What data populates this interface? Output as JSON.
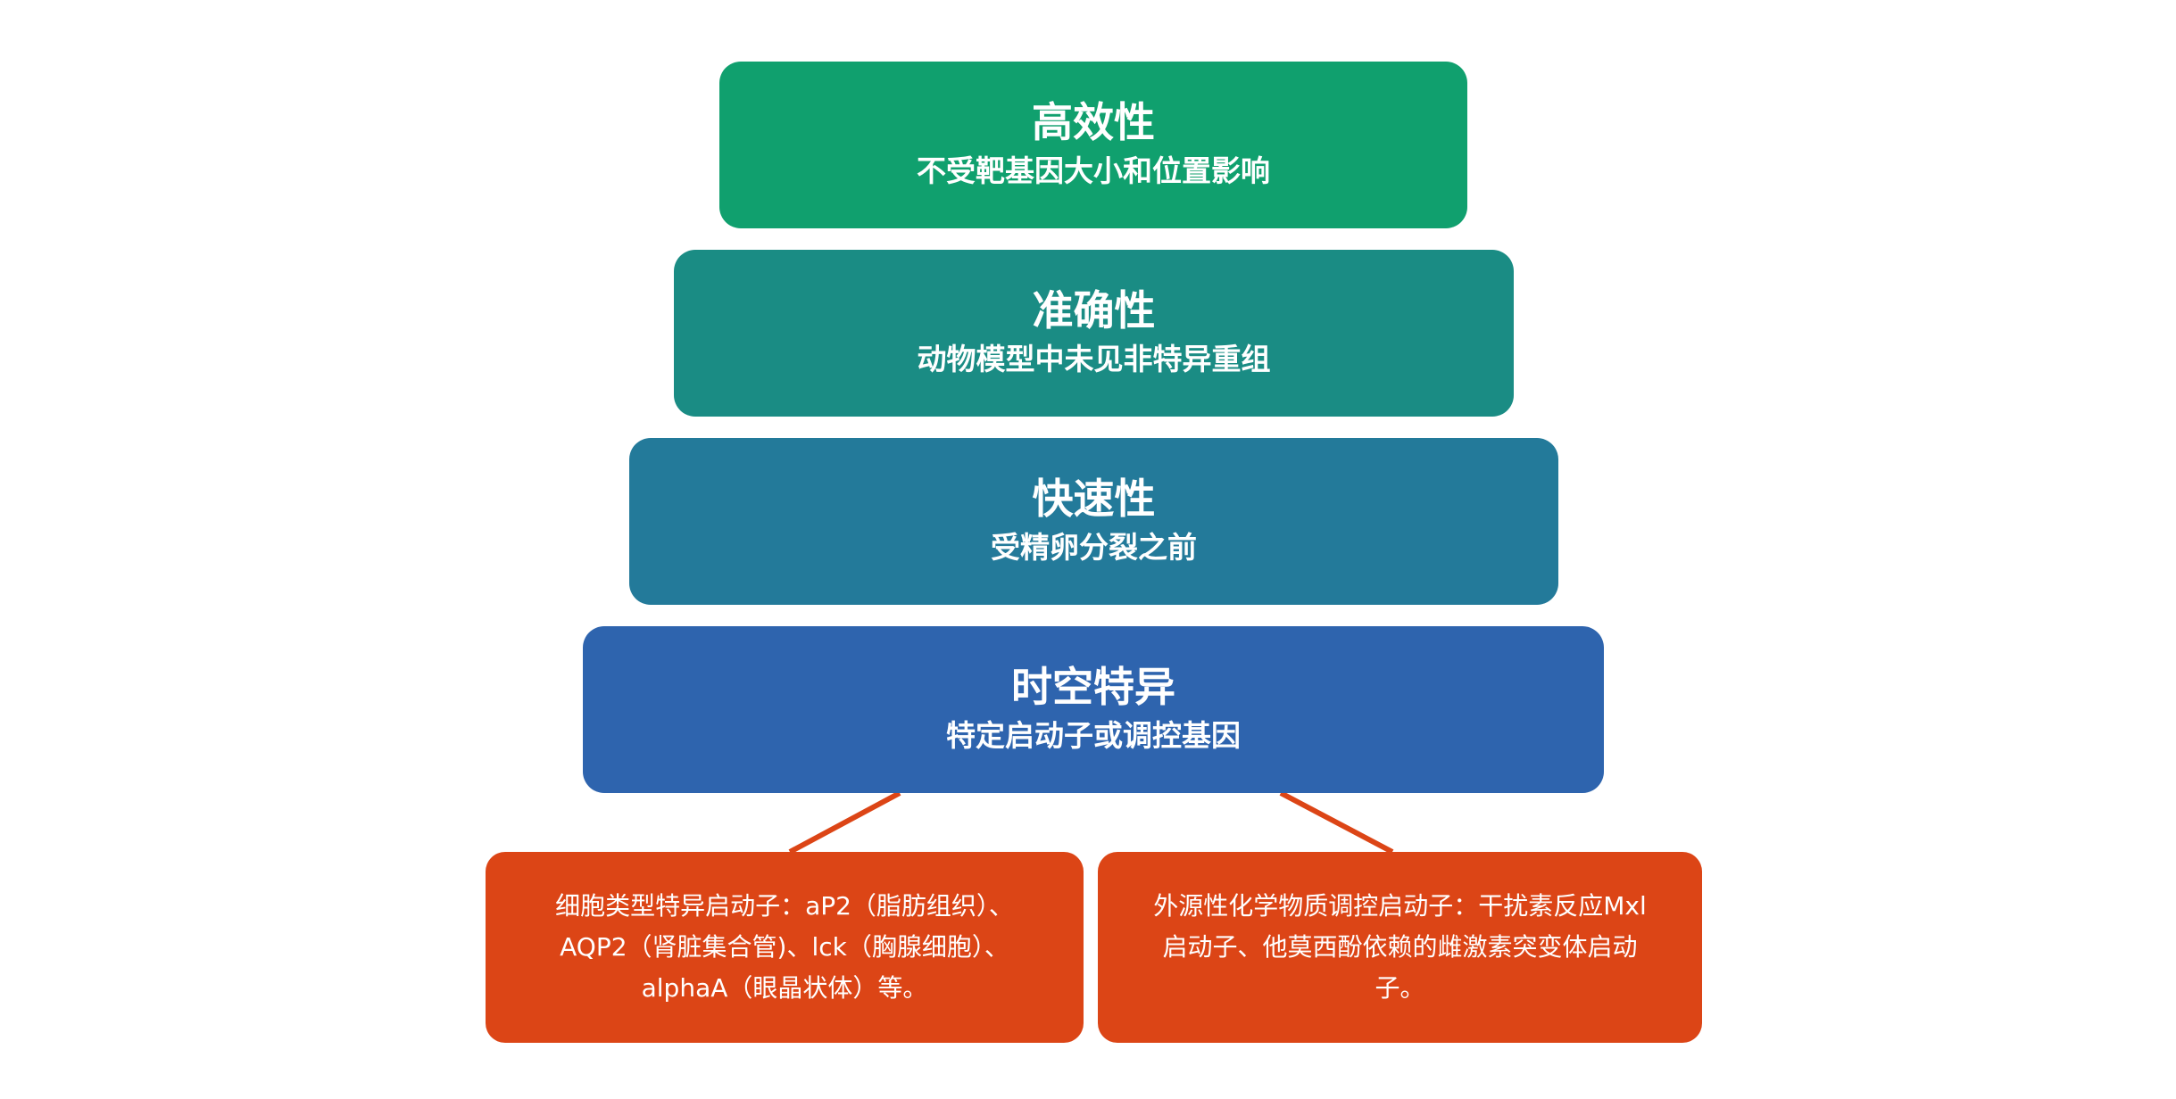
{
  "tiers": [
    {
      "title": "高效性",
      "subtitle": "不受靶基因大小和位置影响",
      "color": "#10a06e"
    },
    {
      "title": "准确性",
      "subtitle": "动物模型中未见非特异重组",
      "color": "#1a8c84"
    },
    {
      "title": "快速性",
      "subtitle": "受精卵分裂之前",
      "color": "#237a9a"
    },
    {
      "title": "时空特异",
      "subtitle": "特定启动子或调控基因",
      "color": "#2e64ae"
    }
  ],
  "leaves": [
    {
      "text": "细胞类型特异启动子：aP2（脂肪组织）、AQP2（肾脏集合管)、lck（胸腺细胞）、alphaA（眼晶状体）等。"
    },
    {
      "text": "外源性化学物质调控启动子：干扰素反应Mxl启动子、他莫西酚依赖的雌激素突变体启动子。"
    }
  ],
  "colors": {
    "leaf": "#dc4516",
    "connector": "#dc4516"
  }
}
